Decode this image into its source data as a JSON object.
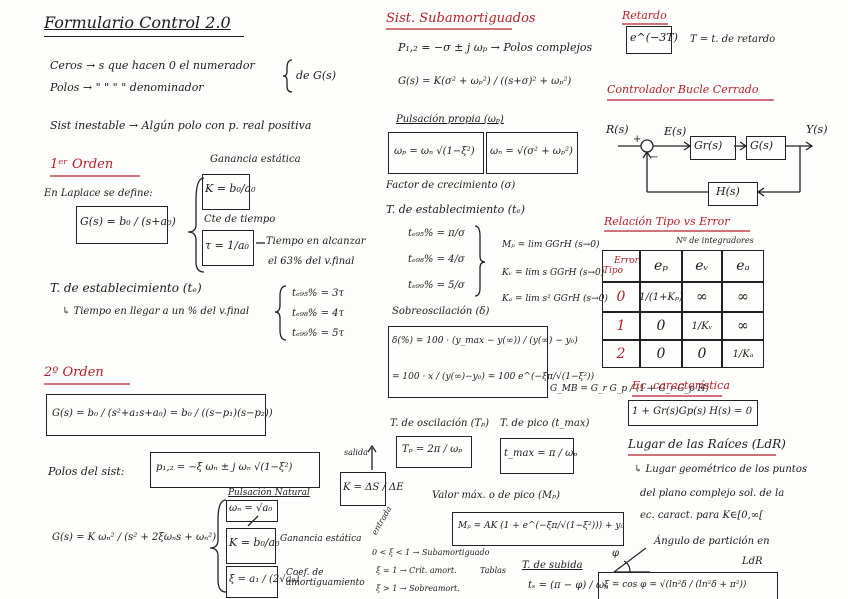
{
  "title": "Formulario Control 2.0",
  "ceros": "Ceros → s que hacen 0 el numerador",
  "polos": "Polos → \" \" \" \" denominador",
  "de_gs": "de G(s)",
  "inestable": "Sist inestable → Algún polo con p. real positiva",
  "orden1": {
    "heading": "1ᵉʳ Orden",
    "laplace": "En Laplace se define:",
    "gs": "G(s) = b₀ / (s+a₀)",
    "ganancia_label": "Ganancia estática",
    "k": "K = b₀/a₀",
    "cte_label": "Cte de tiempo",
    "tau": "τ = 1/a₀",
    "tiempo_note1": "Tiempo en alcanzar",
    "tiempo_note2": "el 63% del v.final",
    "te_heading": "T. de establecimiento (tₑ)",
    "te_text": "↳ Tiempo en llegar a un % del v.final",
    "te_vals": [
      "tₑ₉₅% = 3τ",
      "tₑ₉₈% = 4τ",
      "tₑ₉₉% = 5τ"
    ]
  },
  "orden2": {
    "heading": "2º Orden",
    "gs": "G(s) = b₀ / (s²+a₁s+a₀) = b₀ / ((s−p₁)(s−p₂))",
    "polos_label": "Polos del sist:",
    "polos_eq": "p₁,₂ = −ξ ωₙ ± j ωₙ √(1−ξ²)",
    "frec_label": "Pulsación Natural",
    "wn": "ωₙ = √a₀",
    "k": "K = b₀/a₀",
    "ganancia": "Ganancia estática",
    "xi": "ξ = a₁ / (2√a₀)",
    "coef": "Coef. de amortiguamiento",
    "gs_wn": "G(s) = K ωₙ² / (s² + 2ξωₙs + ωₙ²)",
    "salida": "salida",
    "entrada": "entrada",
    "k_delta": "K = ΔS / ΔE"
  },
  "sub": {
    "heading": "Sist. Subamortiguados",
    "p12": "P₁,₂ = −σ ± j ωₚ → Polos complejos",
    "gs": "G(s) = K(σ² + ωₚ²) / ((s+σ)² + ωₚ²)",
    "pulsacion_label": "Pulsación propia (ωₚ)",
    "wp": "ωₚ = ωₙ √(1−ξ²)",
    "wn": "ωₙ = √(σ² + ωₚ²)",
    "factor": "Factor de crecimiento (σ)",
    "te_heading": "T. de establecimiento (tₑ)",
    "te_vals": [
      "tₑ₉₅% = π/σ",
      "tₑ₉₈% = 4/σ",
      "tₑ₉₉% = 5/σ"
    ],
    "mp": "Mₚ = lim GGrH (s→0)",
    "kv": "Kᵥ = lim s GGrH (s→0)",
    "ka": "Kₐ = lim s² GGrH (s→0)",
    "sobre_label": "Sobreoscilación (δ)",
    "delta": "δ(%) = 100 · (y_max − y(∞)) / (y(∞) − y₀)",
    "delta2": "= 100 · x / (y(∞)−y₀) = 100 e^(−ξπ/√(1−ξ²))",
    "gmb": "G_MB = G_r G_p / (1 + G_r G_p H)",
    "tp_label": "T. de oscilación (Tₚ)",
    "tp": "Tₚ = 2π / ωₚ",
    "tpico_label": "T. de pico (t_max)",
    "tpico": "t_max = π / ωₚ",
    "vmax_label": "Valor máx. o de pico (Mₚ)",
    "mpk": "Mₚ = AK (1 + e^(−ξπ/√(1−ξ²))) + y₀",
    "rangos": [
      "0 < ξ < 1 → Subamortiguado",
      "ξ = 1 → Crít. amort.",
      "ξ > 1 → Sobreamort."
    ],
    "tablas": "Tablas",
    "ts_label": "T. de subida",
    "ts": "tₛ = (π − φ) / ωₚ",
    "xi_cos": "ξ = cos φ = √(ln²δ / (ln²δ + π²))"
  },
  "retardo": {
    "heading": "Retardo",
    "expr": "e^(−3T)",
    "note": "T = t. de retardo"
  },
  "controlador": {
    "heading": "Controlador Bucle Cerrado",
    "rs": "R(s)",
    "es": "E(s)",
    "ys": "Y(s)",
    "gr": "Gr(s)",
    "g": "G(s)",
    "h": "H(s)",
    "plus": "+",
    "minus": "−"
  },
  "tabla": {
    "heading": "Relación Tipo vs Error",
    "sub": "Nº de integradores",
    "corner_top": "Error",
    "corner_bottom": "Tipo",
    "cols": [
      "eₚ",
      "eᵥ",
      "eₐ"
    ],
    "rows": [
      [
        "0",
        "1/(1+Kₚ)",
        "∞",
        "∞"
      ],
      [
        "1",
        "0",
        "1/Kᵥ",
        "∞"
      ],
      [
        "2",
        "0",
        "0",
        "1/Kₐ"
      ]
    ]
  },
  "ec_car": {
    "heading": "Ec. característica",
    "eq": "1 + Gr(s)Gp(s) H(s) = 0"
  },
  "ldr": {
    "heading": "Lugar de las Raíces (LdR)",
    "line1": "↳ Lugar geométrico de los puntos",
    "line2": "del plano complejo sol. de la",
    "line3": "ec. caract. para K∈[0,∞[",
    "angulo1": "Ángulo de partición en",
    "angulo2": "LdR",
    "phi": "φ"
  }
}
